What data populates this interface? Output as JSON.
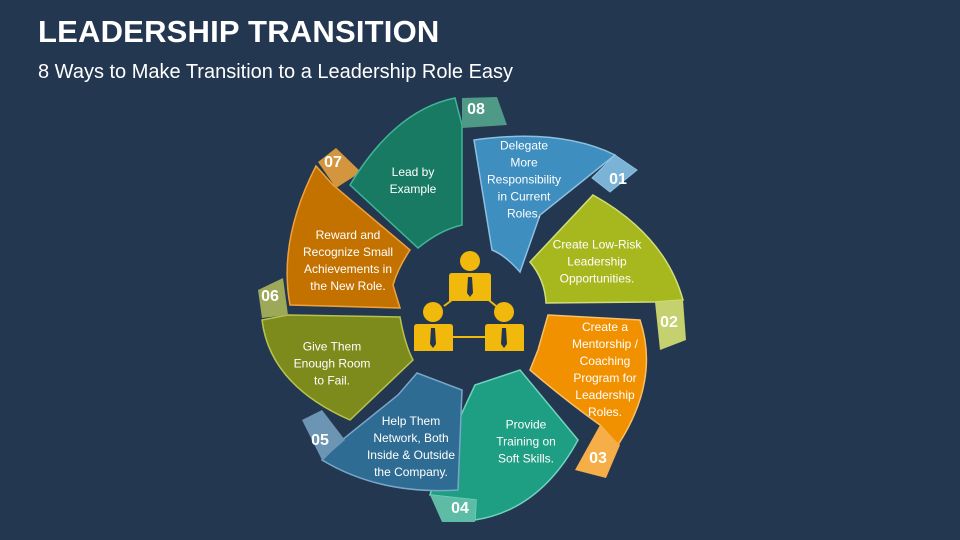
{
  "header": {
    "title": "LEADERSHIP TRANSITION",
    "subtitle": "8 Ways to Make Transition to a Leadership Role Easy"
  },
  "diagram": {
    "center_icon": "team-hierarchy-icon",
    "center_icon_color": "#F0B90B",
    "steps": [
      {
        "number": "01",
        "text": "Delegate\nMore\nResponsibility\nin Current\nRoles.",
        "color": "#3E8EBF",
        "tab_color": "#7AB3D6"
      },
      {
        "number": "02",
        "text": "Create Low-Risk\nLeadership\nOpportunities.",
        "color": "#A7B81F",
        "tab_color": "#C5D16E"
      },
      {
        "number": "03",
        "text": "Create a\nMentorship /\nCoaching\nProgram for\nLeadership\nRoles.",
        "color": "#F29100",
        "tab_color": "#F5AE48"
      },
      {
        "number": "04",
        "text": "Provide\nTraining on\nSoft Skills.",
        "color": "#1E9E83",
        "tab_color": "#5DBBA6"
      },
      {
        "number": "05",
        "text": "Help Them\nNetwork, Both\nInside & Outside\nthe Company.",
        "color": "#2F6C93",
        "tab_color": "#6B95B3"
      },
      {
        "number": "06",
        "text": "Give Them\nEnough Room\nto Fail.",
        "color": "#7D8B1C",
        "tab_color": "#9DA858"
      },
      {
        "number": "07",
        "text": "Reward and\nRecognize Small\nAchievements in\nthe New Role.",
        "color": "#C37200",
        "tab_color": "#D3963F"
      },
      {
        "number": "08",
        "text": "Lead by\nExample",
        "color": "#187A62",
        "tab_color": "#4E9A86"
      }
    ]
  }
}
